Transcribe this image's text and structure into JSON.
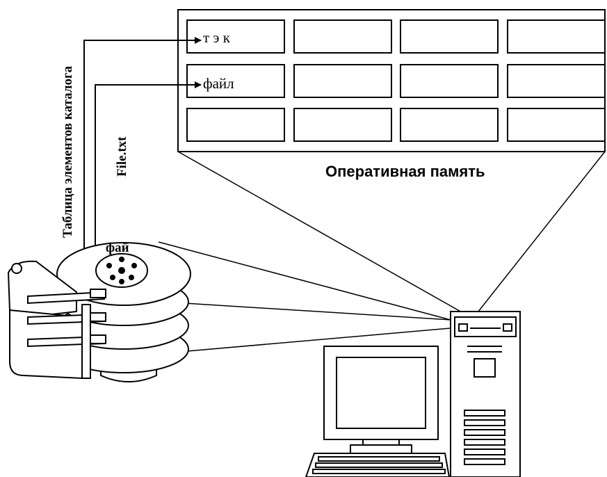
{
  "diagram": {
    "ram": {
      "title": "Оперативная память",
      "cell_1_text": "т э к",
      "cell_2_text": "файл"
    },
    "labels": {
      "directory_table": "Таблица элементов каталога",
      "file_name": "File.txt",
      "disk_label": "фай"
    },
    "icons": [
      "disk-drive-icon",
      "computer-tower-icon",
      "monitor-icon",
      "keyboard-icon"
    ]
  }
}
